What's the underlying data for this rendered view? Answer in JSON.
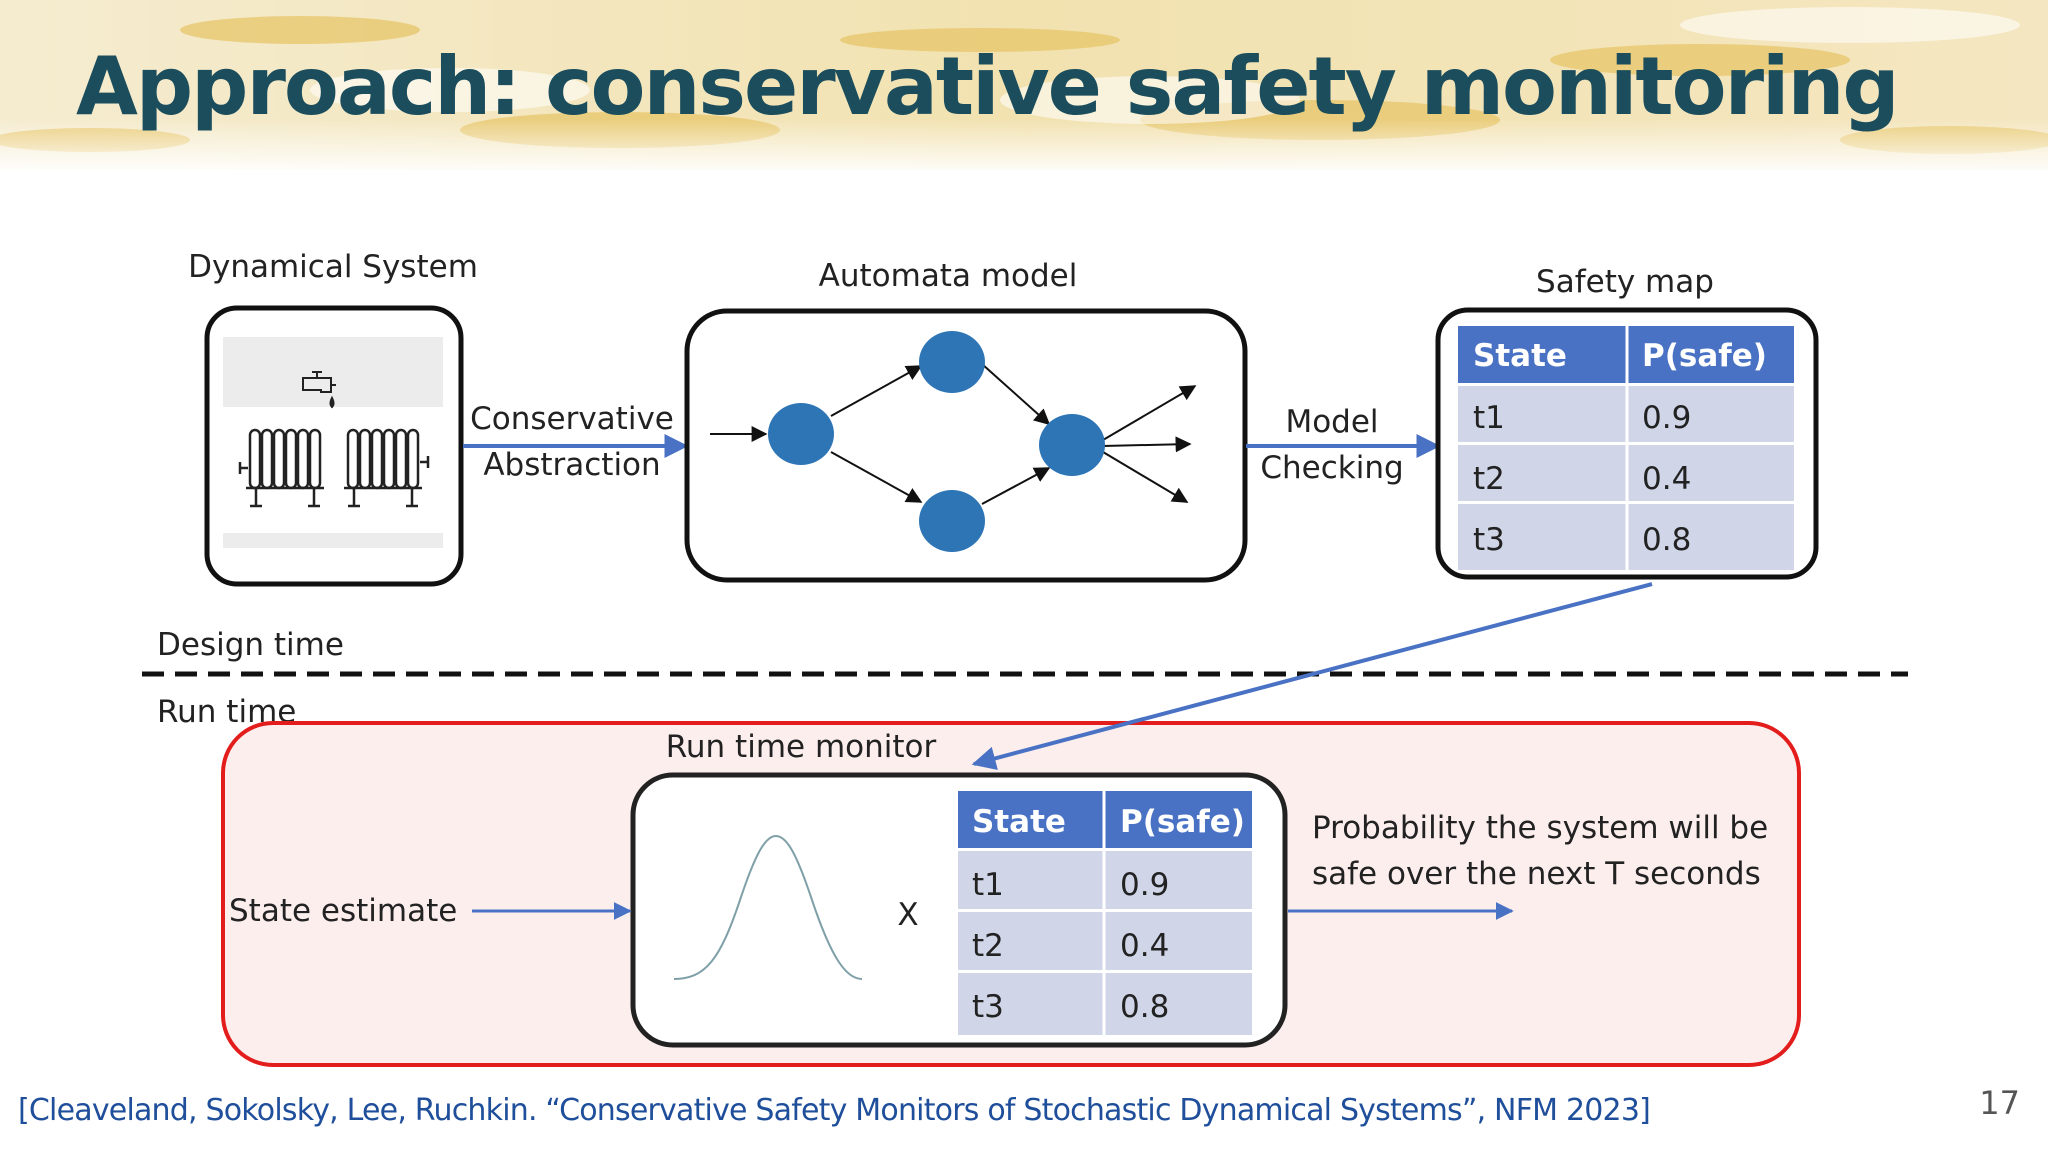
{
  "slide": {
    "title": "Approach: conservative safety monitoring",
    "page_number": "17",
    "citation": "[Cleaveland, Sokolsky, Lee, Ruchkin. “Conservative Safety Monitors of Stochastic Dynamical Systems”, NFM 2023]"
  },
  "colors": {
    "title": "#1b4d5c",
    "node": "#2e75b6",
    "arrow_blue": "#4a72c4",
    "table_header": "#4a72c4",
    "table_row": "#d0d6e8",
    "monitor_border": "#e31c1c",
    "monitor_fill": "#fdeeee"
  },
  "labels": {
    "dynamical_system": "Dynamical System",
    "automata_model": "Automata model",
    "safety_map": "Safety map",
    "conservative": "Conservative",
    "abstraction": "Abstraction",
    "model": "Model",
    "checking": "Checking",
    "design_time": "Design time",
    "run_time": "Run time",
    "run_time_monitor": "Run time monitor",
    "state_estimate": "State estimate",
    "times": "X",
    "output_line1": "Probability the system will be",
    "output_line2": "safe over the next T seconds"
  },
  "safety_table": {
    "headers": [
      "State",
      "P(safe)"
    ],
    "rows": [
      [
        "t1",
        "0.9"
      ],
      [
        "t2",
        "0.4"
      ],
      [
        "t3",
        "0.8"
      ]
    ]
  },
  "monitor_table": {
    "headers": [
      "State",
      "P(safe)"
    ],
    "rows": [
      [
        "t1",
        "0.9"
      ],
      [
        "t2",
        "0.4"
      ],
      [
        "t3",
        "0.8"
      ]
    ]
  },
  "icons": {
    "system": [
      "faucet-icon",
      "radiator-icon",
      "radiator-icon"
    ],
    "monitor": "gaussian-curve-icon"
  }
}
